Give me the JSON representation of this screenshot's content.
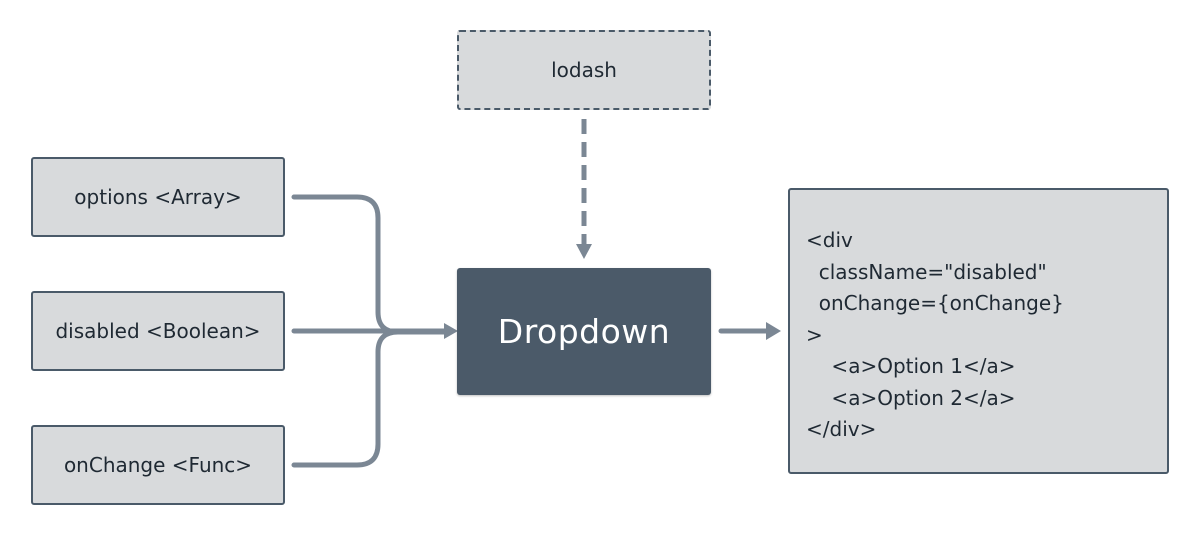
{
  "diagram": {
    "inputs": [
      {
        "label": "options <Array>"
      },
      {
        "label": "disabled <Boolean>"
      },
      {
        "label": "onChange <Func>"
      }
    ],
    "dependency": {
      "label": "lodash"
    },
    "component": {
      "label": "Dropdown"
    },
    "output": {
      "lines": [
        "<div",
        "  className=\"disabled\"",
        "  onChange={onChange}",
        ">",
        "    <a>Option 1</a>",
        "    <a>Option 2</a>",
        "</div>"
      ]
    },
    "colors": {
      "light_box": "#d8dadc",
      "component_box": "#4b5a69",
      "connector": "#7b8794",
      "text": "#1f2933"
    }
  }
}
